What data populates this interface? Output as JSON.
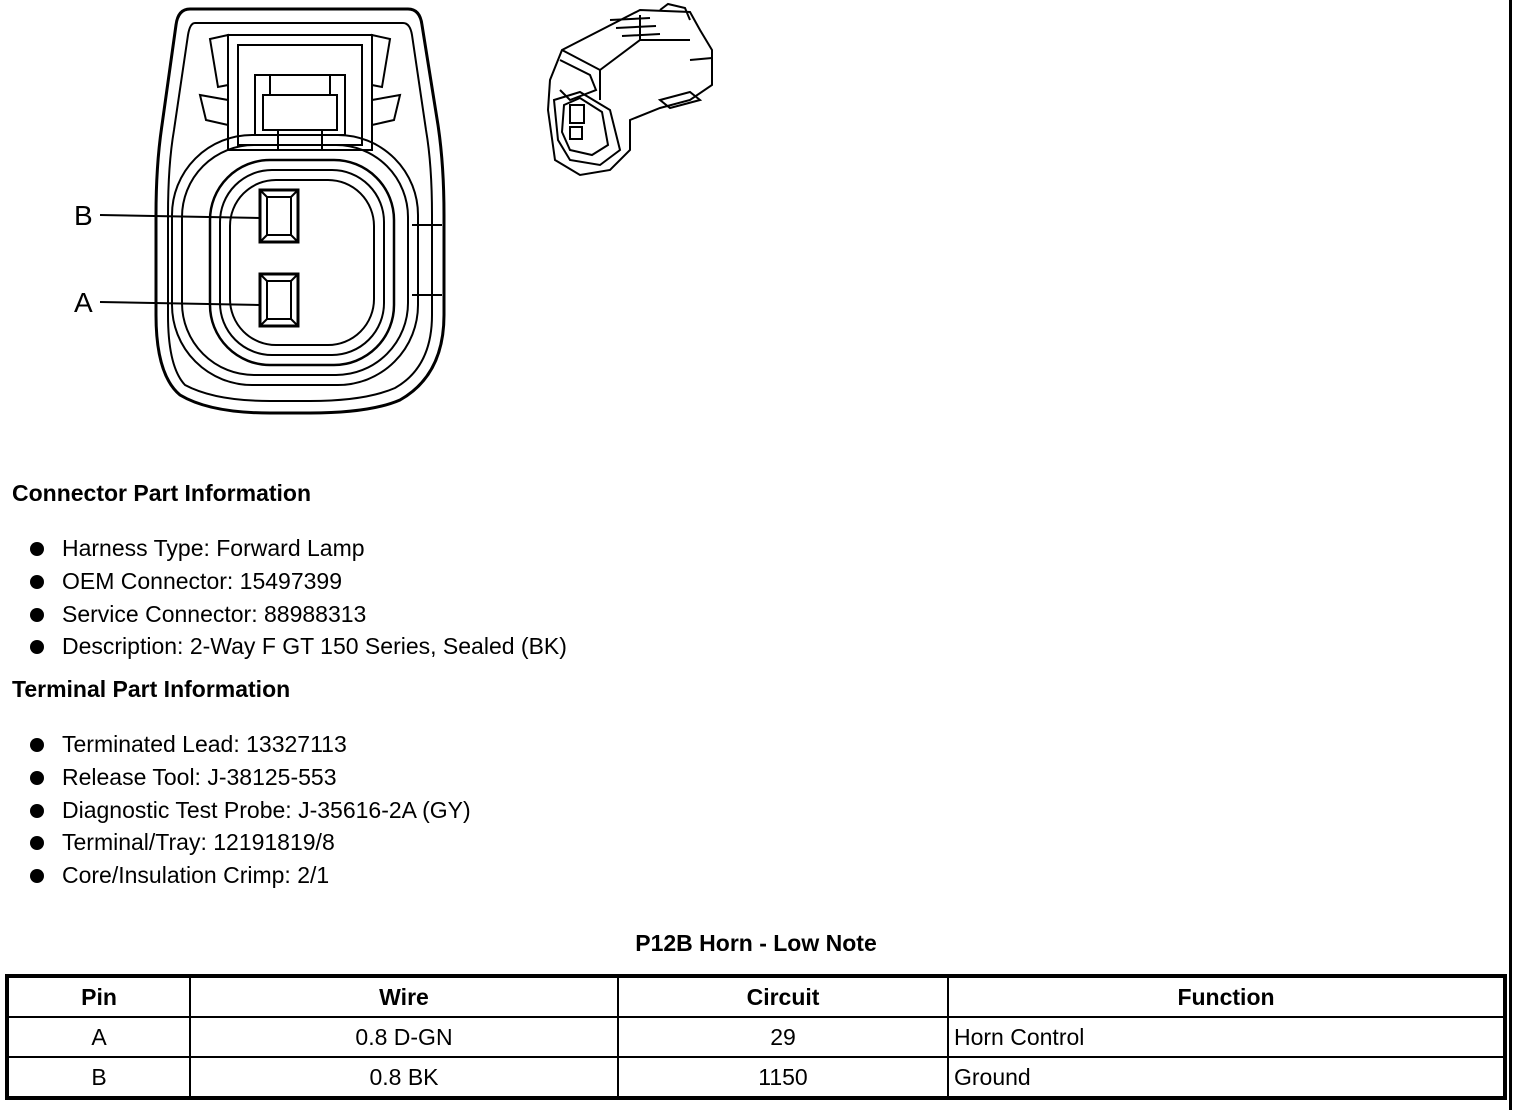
{
  "diagram": {
    "pin_labels": [
      "B",
      "A"
    ]
  },
  "connector_info": {
    "heading": "Connector Part Information",
    "items": [
      "Harness Type: Forward Lamp",
      "OEM Connector: 15497399",
      "Service Connector: 88988313",
      "Description: 2-Way F GT 150 Series, Sealed (BK)"
    ]
  },
  "terminal_info": {
    "heading": "Terminal Part Information",
    "items": [
      "Terminated Lead: 13327113",
      "Release Tool: J-38125-553",
      "Diagnostic Test Probe: J-35616-2A (GY)",
      "Terminal/Tray: 12191819/8",
      "Core/Insulation Crimp: 2/1"
    ]
  },
  "pin_table": {
    "title": "P12B Horn - Low Note",
    "headers": [
      "Pin",
      "Wire",
      "Circuit",
      "Function"
    ],
    "rows": [
      [
        "A",
        "0.8 D-GN",
        "29",
        "Horn Control"
      ],
      [
        "B",
        "0.8 BK",
        "1150",
        "Ground"
      ]
    ]
  }
}
